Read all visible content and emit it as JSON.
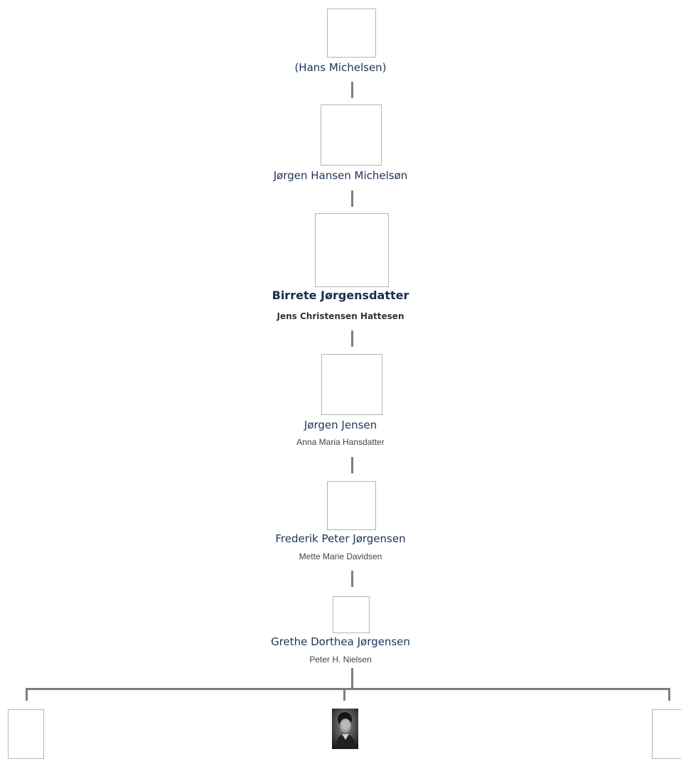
{
  "tree": {
    "generations": [
      {
        "name": "(Hans Michelsen)"
      },
      {
        "name": "Jørgen Hansen Michelsøn"
      },
      {
        "name": "Birrete Jørgensdatter",
        "spouse": "Jens Christensen Hattesen",
        "selected": true
      },
      {
        "name": "Jørgen Jensen",
        "spouse": "Anna Maria Hansdatter"
      },
      {
        "name": "Frederik Peter Jørgensen",
        "spouse": "Mette Marie Davidsen"
      },
      {
        "name": "Grethe Dorthea Jørgensen",
        "spouse": "Peter H. Nielsen"
      }
    ],
    "children": [
      {
        "photo": "blank-portrait"
      },
      {
        "photo": "black-and-white-portrait"
      },
      {
        "photo": "blank-portrait"
      }
    ]
  },
  "colors": {
    "name_text": "#1f3358",
    "box_border": "#b4b4b4",
    "connector": "#7e7e7e"
  }
}
